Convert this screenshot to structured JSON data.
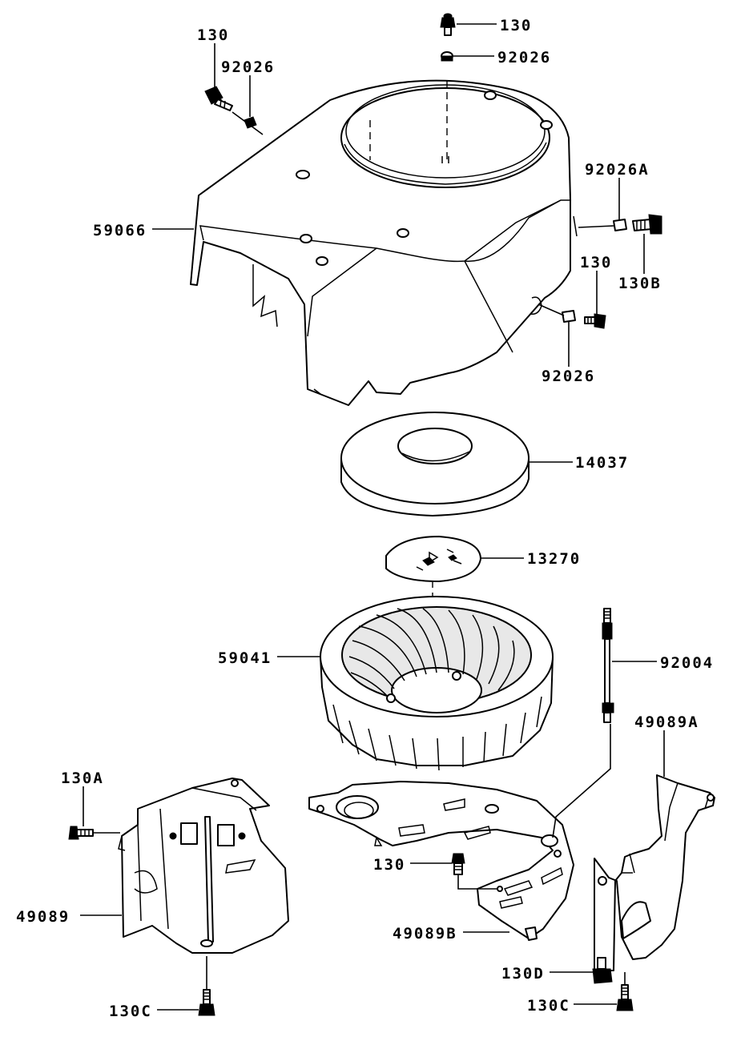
{
  "callouts": {
    "c130_top": "130",
    "c92026_top": "92026",
    "c130_left": "130",
    "c92026_left": "92026",
    "c59066": "59066",
    "c92026A": "92026A",
    "c130_right": "130",
    "c130B": "130B",
    "c92026_right": "92026",
    "c14037": "14037",
    "c13270": "13270",
    "c59041": "59041",
    "c92004": "92004",
    "c49089A": "49089A",
    "c130A": "130A",
    "c49089": "49089",
    "c130_mid": "130",
    "c49089B": "49089B",
    "c130D": "130D",
    "c130C_left": "130C",
    "c130C_right": "130C"
  }
}
